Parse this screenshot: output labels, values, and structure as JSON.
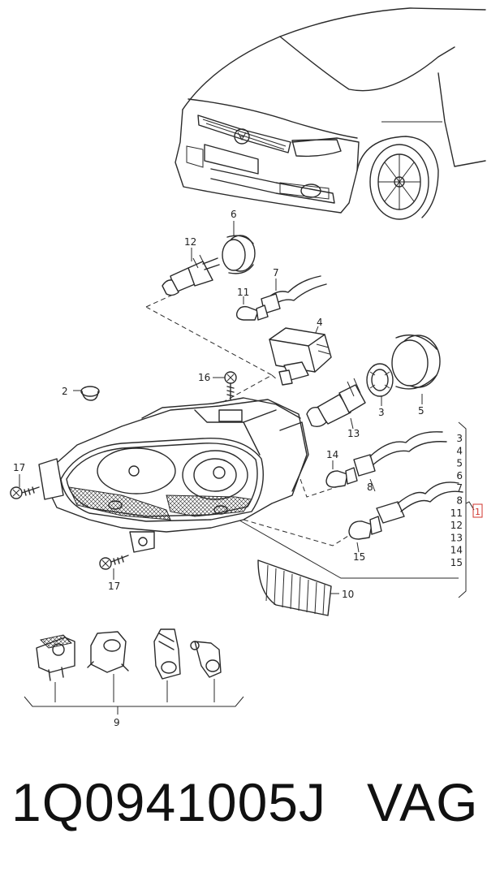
{
  "callouts": {
    "c1": "1",
    "c2": "2",
    "c3": "3",
    "c4": "4",
    "c5": "5",
    "c6": "6",
    "c7": "7",
    "c8": "8",
    "c9": "9",
    "c10": "10",
    "c11": "11",
    "c12": "12",
    "c13": "13",
    "c14": "14",
    "c15": "15",
    "c16": "16",
    "c17a": "17",
    "c17b": "17"
  },
  "group_list": [
    "3",
    "4",
    "5",
    "6",
    "7",
    "8",
    "11",
    "12",
    "13",
    "14",
    "15"
  ],
  "footer": {
    "part_number": "1Q0941005J",
    "brand": "VAG"
  },
  "colors": {
    "line": "#2a2a2a",
    "callout_box": "#d0342c"
  }
}
